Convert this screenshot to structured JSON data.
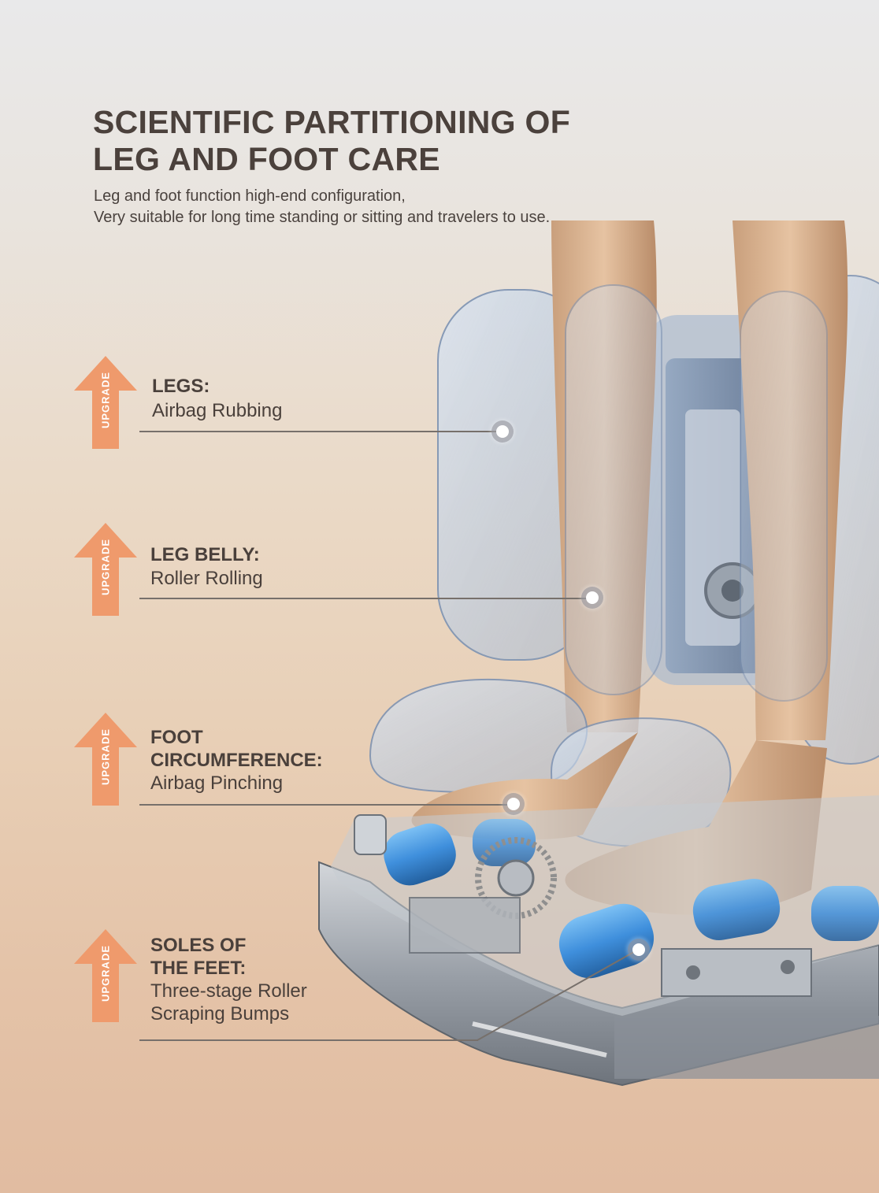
{
  "header": {
    "title_line1": "SCIENTIFIC PARTITIONING OF",
    "title_line2": "LEG AND FOOT CARE",
    "subtitle_line1": "Leg and foot function high-end configuration,",
    "subtitle_line2": "Very suitable for long time standing or sitting and travelers to use."
  },
  "badge_label": "UPGRADE",
  "colors": {
    "arrow": "#ef9a6c",
    "title": "#4b413c",
    "roller_blue": "#3f8fdc"
  },
  "features": [
    {
      "heading_lines": [
        "LEGS:"
      ],
      "desc_lines": [
        "Airbag Rubbing"
      ]
    },
    {
      "heading_lines": [
        "LEG BELLY:"
      ],
      "desc_lines": [
        "Roller Rolling"
      ]
    },
    {
      "heading_lines": [
        "FOOT",
        "CIRCUMFERENCE:"
      ],
      "desc_lines": [
        "Airbag Pinching"
      ]
    },
    {
      "heading_lines": [
        "SOLES OF",
        "THE FEET:"
      ],
      "desc_lines": [
        "Three-stage Roller",
        "Scraping Bumps"
      ]
    }
  ]
}
